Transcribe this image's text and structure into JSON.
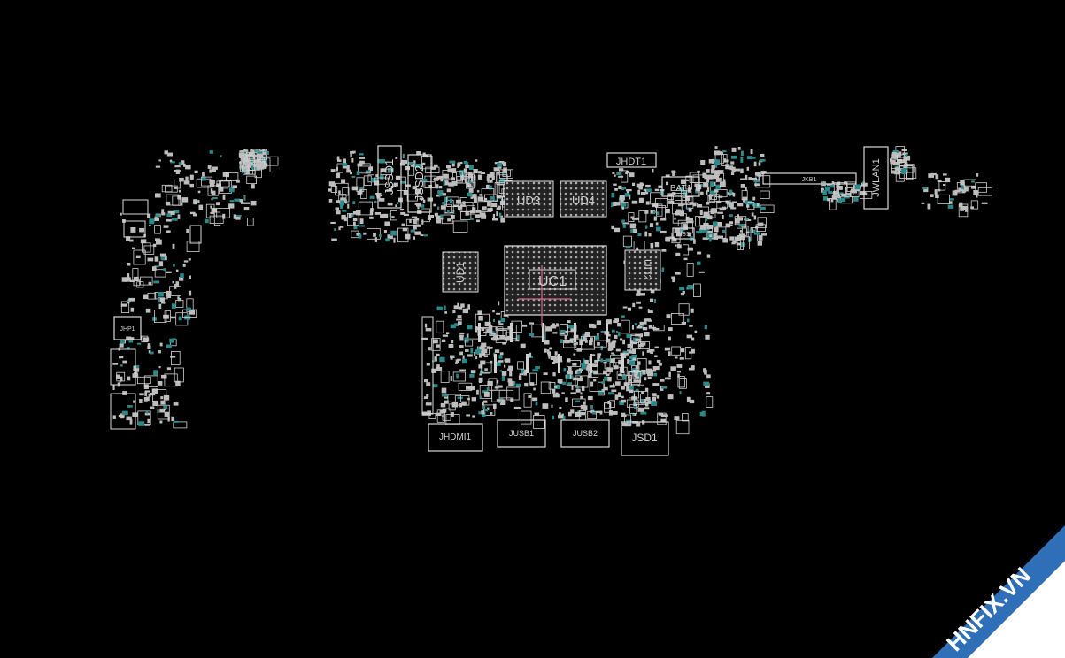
{
  "board": {
    "background": "#000000",
    "silk_color": "#d9d9d9",
    "via_color": "#2a8a8a",
    "crosshair_color": "#d46a8a"
  },
  "components": {
    "cpu": "UC1",
    "ram_top_left": "UD3",
    "ram_top_right": "UD4",
    "ram_left": "UD1",
    "ram_right": "UD2",
    "ssd1": "JSSD1",
    "ssd2": "JSSD2",
    "hdt": "JHDT1",
    "battery": "BAT1",
    "kb": "JKB1",
    "wlan": "JWLAN1",
    "hp": "JHP1",
    "hdmi": "JHDMI1",
    "usb1": "JUSB1",
    "usb2": "JUSB2",
    "sd": "JSD1",
    "ub1": "UB1"
  },
  "watermark": {
    "text": "HNFIX.VN",
    "color": "#2f6fb8"
  }
}
